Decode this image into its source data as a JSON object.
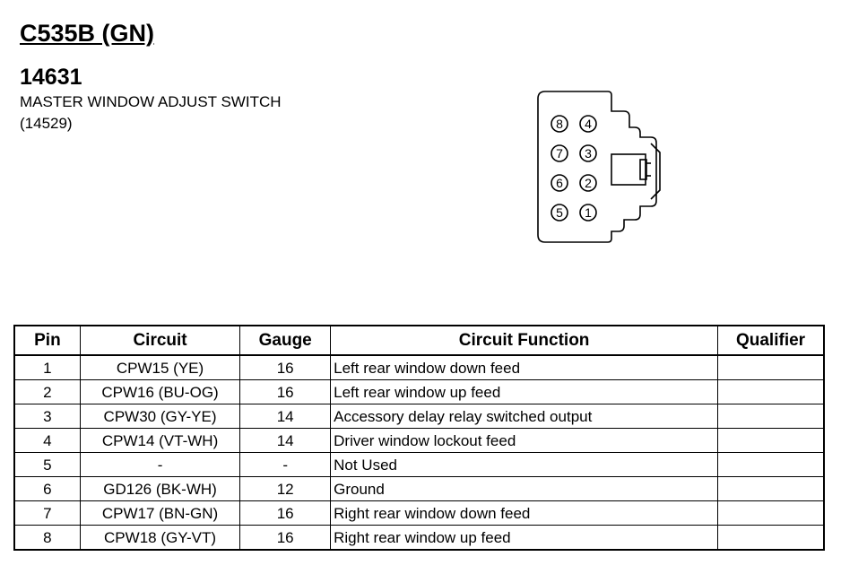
{
  "header": {
    "connector_id": "C535B (GN)",
    "part_number": "14631",
    "component_name": "MASTER WINDOW ADJUST SWITCH",
    "component_sub": "(14529)"
  },
  "connector": {
    "pins_top_to_bottom": [
      [
        "8",
        "4"
      ],
      [
        "7",
        "3"
      ],
      [
        "6",
        "2"
      ],
      [
        "5",
        "1"
      ]
    ]
  },
  "table": {
    "headers": [
      "Pin",
      "Circuit",
      "Gauge",
      "Circuit Function",
      "Qualifier"
    ],
    "rows": [
      {
        "pin": "1",
        "circuit": "CPW15 (YE)",
        "gauge": "16",
        "function": "Left rear window down feed",
        "qualifier": ""
      },
      {
        "pin": "2",
        "circuit": "CPW16 (BU-OG)",
        "gauge": "16",
        "function": "Left rear window up feed",
        "qualifier": ""
      },
      {
        "pin": "3",
        "circuit": "CPW30 (GY-YE)",
        "gauge": "14",
        "function": "Accessory delay relay switched output",
        "qualifier": ""
      },
      {
        "pin": "4",
        "circuit": "CPW14 (VT-WH)",
        "gauge": "14",
        "function": "Driver window lockout feed",
        "qualifier": ""
      },
      {
        "pin": "5",
        "circuit": "-",
        "gauge": "-",
        "function": "Not Used",
        "qualifier": ""
      },
      {
        "pin": "6",
        "circuit": "GD126 (BK-WH)",
        "gauge": "12",
        "function": "Ground",
        "qualifier": ""
      },
      {
        "pin": "7",
        "circuit": "CPW17 (BN-GN)",
        "gauge": "16",
        "function": "Right rear window down feed",
        "qualifier": ""
      },
      {
        "pin": "8",
        "circuit": "CPW18 (GY-VT)",
        "gauge": "16",
        "function": "Right rear window up feed",
        "qualifier": ""
      }
    ]
  }
}
